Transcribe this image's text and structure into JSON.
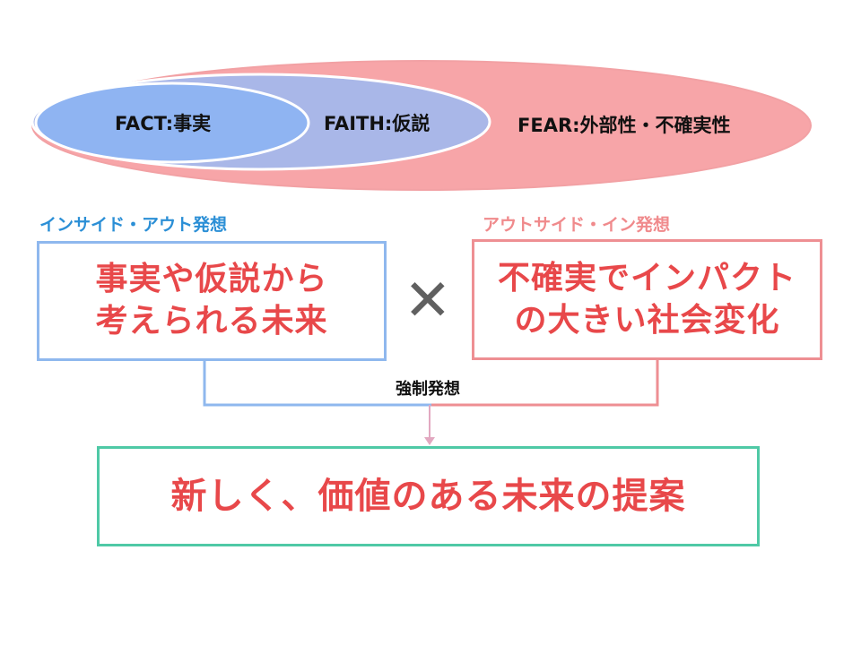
{
  "ellipses": {
    "fact": "FACT:事実",
    "faith": "FAITH:仮説",
    "fear": "FEAR:外部性・不確実性"
  },
  "left": {
    "heading": "インサイド・アウト発想",
    "line1": "事実や仮説から",
    "line2": "考えられる未来"
  },
  "right": {
    "heading": "アウトサイド・イン発想",
    "line1": "不確実でインパクト",
    "line2": "の大きい社会変化"
  },
  "operator": "✕",
  "connector": "強制発想",
  "result": "新しく、価値のある未来の提案",
  "colors": {
    "fact_fill": "#8fb4f2",
    "faith_fill": "#a9b7e8",
    "fear_fill": "#f7a5a8",
    "left_accent": "#2b8fd6",
    "left_border": "#8fb8ee",
    "right_accent": "#f08a8c",
    "right_border": "#ee8f93",
    "result_border": "#4fc9a6",
    "result_text": "#e8484a"
  }
}
